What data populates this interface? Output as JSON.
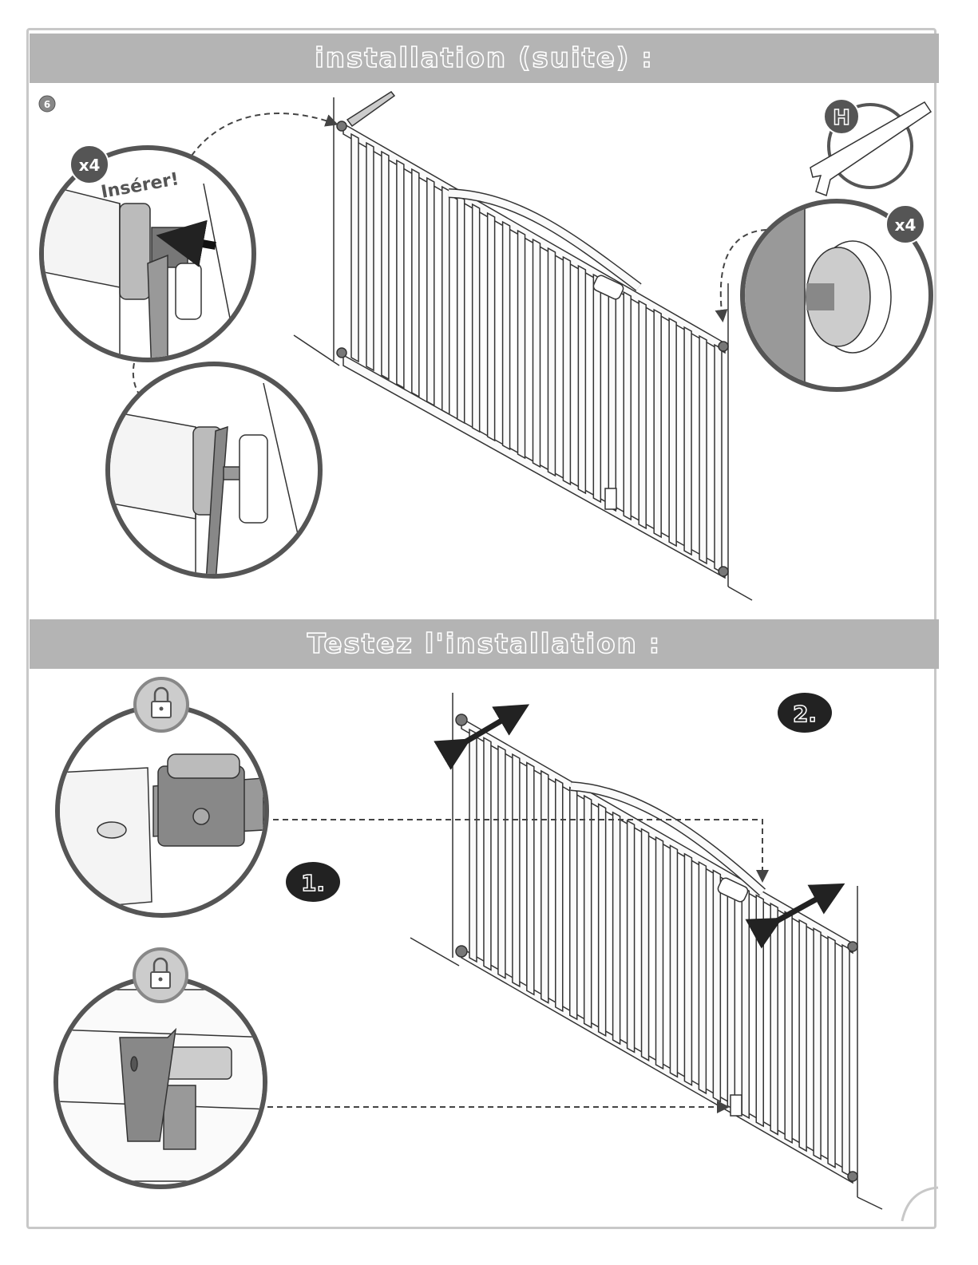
{
  "section1": {
    "title": "installation (suite) :",
    "step_number": "6"
  },
  "section2": {
    "title": "Testez l'installation :"
  },
  "detail_left": {
    "quantity": "x4",
    "action": "Insérer!"
  },
  "detail_right": {
    "part_letter": "H",
    "quantity": "x4"
  },
  "test_steps": {
    "step1": "1.",
    "step2": "2."
  },
  "icons": [
    "lock-icon",
    "lock-icon",
    "wrench-tool-icon",
    "arrow-icon"
  ]
}
